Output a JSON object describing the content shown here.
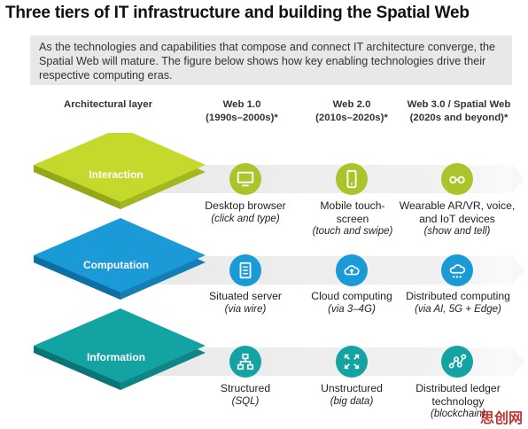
{
  "title": "Three tiers of IT infrastructure and building the Spatial Web",
  "intro": "As the technologies and capabilities that compose and connect IT architecture converge, the Spatial Web will mature. The figure below shows how key enabling technologies drive their respective computing eras.",
  "columns": {
    "arch": "Architectural layer",
    "web1": {
      "name": "Web 1.0",
      "era": "(1990s–2000s)*"
    },
    "web2": {
      "name": "Web 2.0",
      "era": "(2010s–2020s)*"
    },
    "web3": {
      "name": "Web 3.0 / Spatial Web",
      "era": "(2020s and beyond)*"
    }
  },
  "layers": [
    {
      "name": "Interaction",
      "color": "#c5d92d",
      "items": [
        {
          "title": "Desktop browser",
          "sub": "(click and type)",
          "icon": "monitor-icon"
        },
        {
          "title": "Mobile touch-screen",
          "sub": "(touch and swipe)",
          "icon": "phone-icon"
        },
        {
          "title": "Wearable AR/VR, voice, and IoT devices",
          "sub": "(show and tell)",
          "icon": "glasses-icon"
        }
      ]
    },
    {
      "name": "Computation",
      "color": "#1a9ad6",
      "items": [
        {
          "title": "Situated server",
          "sub": "(via wire)",
          "icon": "server-icon"
        },
        {
          "title": "Cloud computing",
          "sub": "(via 3–4G)",
          "icon": "cloud-upload-icon"
        },
        {
          "title": "Distributed computing",
          "sub": "(via AI, 5G + Edge)",
          "icon": "distributed-cloud-icon"
        }
      ]
    },
    {
      "name": "Information",
      "color": "#13a3a3",
      "items": [
        {
          "title": "Structured",
          "sub": "(SQL)",
          "icon": "hierarchy-icon"
        },
        {
          "title": "Unstructured",
          "sub": "(big data)",
          "icon": "scatter-arrows-icon"
        },
        {
          "title": "Distributed ledger technology",
          "sub": "(blockchain)",
          "icon": "network-nodes-icon"
        }
      ]
    }
  ],
  "watermark": "思创网"
}
